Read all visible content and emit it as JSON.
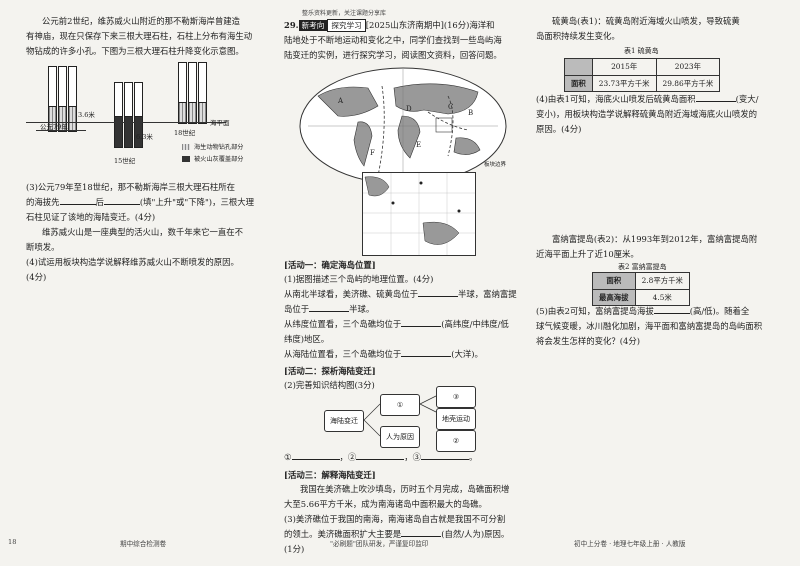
{
  "col1": {
    "intro": [
      "公元前2世纪，维苏威火山附近的那不勒斯海岸曾建造",
      "有神庙，现在只保存下来三根大理石柱，石柱上分布有海生动",
      "物钻成的许多小孔。下图为三根大理石柱升降变化示意图。"
    ],
    "fig": {
      "measure1": "3.6米",
      "measure2": "6.3米",
      "label1": "公元79年",
      "label2": "15世纪",
      "label3": "18世纪",
      "sea": "海平面",
      "legend1": "海生动物钻孔部分",
      "legend2": "被火山灰覆盖部分"
    },
    "q3": [
      "(3)公元79年至18世纪，那不勒斯海岸三根大理石柱所在",
      "的海拔先",
      "后",
      "(填\"上升\"或\"下降\")，三根大理",
      "石柱见证了该地的海陆变迁。(4分)"
    ],
    "para": [
      "维苏威火山是一座典型的活火山，数千年来它一直在不",
      "断喷发。"
    ],
    "q4": [
      "(4)试运用板块构造学说解释维苏威火山不断喷发的原因。",
      "(4分)"
    ],
    "footer": "期中综合检测卷",
    "pagenum": "18"
  },
  "col2": {
    "banner": [
      "整乐资料更新，关注课题分享库"
    ],
    "qnum": "29.",
    "tag": "新考向",
    "tag2": "探究学习",
    "qintro": [
      "[2025山东济南期中](16分)海洋和",
      "陆地处于不断地运动和变化之中，同学们查找到一些岛屿海",
      "陆变迁的实例，进行探究学习，阅读图文资料，回答问题。"
    ],
    "map": {
      "A": "A",
      "B": "B",
      "C": "C",
      "D": "D",
      "E": "E",
      "F": "F",
      "legend": "板块边界"
    },
    "act1": "[活动一：确定海岛位置]",
    "q1": [
      "(1)据图描述三个岛屿的地理位置。(4分)",
      "从南北半球看，美济礁、硫黄岛位于",
      "半球，富纳富提",
      "岛位于",
      "半球。",
      "从纬度位置看，三个岛礁均位于",
      "(高纬度/中纬度/低",
      "纬度)地区。",
      "从海陆位置看，三个岛礁均位于",
      "(大洋)。"
    ],
    "act2": "[活动二：探析海陆变迁]",
    "q2": "(2)完善知识结构图(3分)",
    "diagram": {
      "n1": "①",
      "n2": "②",
      "n3": "③",
      "center": "海陆变迁",
      "right": "地壳运动",
      "bottom": "人为原因"
    },
    "answers": [
      "①",
      "，②",
      "，③",
      "。"
    ],
    "act3": "[活动三：解释海陆变迁]",
    "para3": [
      "我国在美济礁上吹沙填岛，历时五个月完成，岛礁面积增",
      "大至5.66平方千米，成为南海诸岛中面积最大的岛礁。"
    ],
    "q3": [
      "(3)美济礁位于我国的南海，南海诸岛自古就是我国不可分割",
      "的领土。美济礁面积扩大主要是",
      "(自然/人为)原因。",
      "(1分)"
    ],
    "footer": "\"必刷题\"团队研发，严谨复印监印"
  },
  "col3": {
    "intro": [
      "硫黄岛(表1)：硫黄岛附近海域火山喷发，导致硫黄",
      "岛面积持续发生变化。"
    ],
    "table1": {
      "title": "表1  硫黄岛",
      "headers": [
        "",
        "2015年",
        "2023年"
      ],
      "row": [
        "面积",
        "23.73平方千米",
        "29.86平方千米"
      ]
    },
    "q4": [
      "(4)由表1可知，海底火山喷发后硫黄岛面积",
      "(变大/",
      "变小)，用板块构造学说解释硫黄岛附近海域海底火山喷发的",
      "原因。(4分)"
    ],
    "para2": [
      "富纳富提岛(表2)：从1993年到2012年，富纳富提岛附",
      "近海平面上升了近10厘米。"
    ],
    "table2": {
      "title": "表2  富纳富提岛",
      "rows": [
        [
          "面积",
          "2.8平方千米"
        ],
        [
          "最高海拔",
          "4.5米"
        ]
      ]
    },
    "q5": [
      "(5)由表2可知，富纳富提岛海拔",
      "(高/低)。随着全",
      "球气候变暖，冰川融化加剧，海平面和富纳富提岛的岛屿面积",
      "将会发生怎样的变化？(4分)"
    ],
    "footer": "初中上分卷 · 地理七年级上册 · 人教版"
  },
  "colors": {
    "bg": "#f4f3ef",
    "ink": "#222222",
    "shade": "#bbbbbb"
  }
}
